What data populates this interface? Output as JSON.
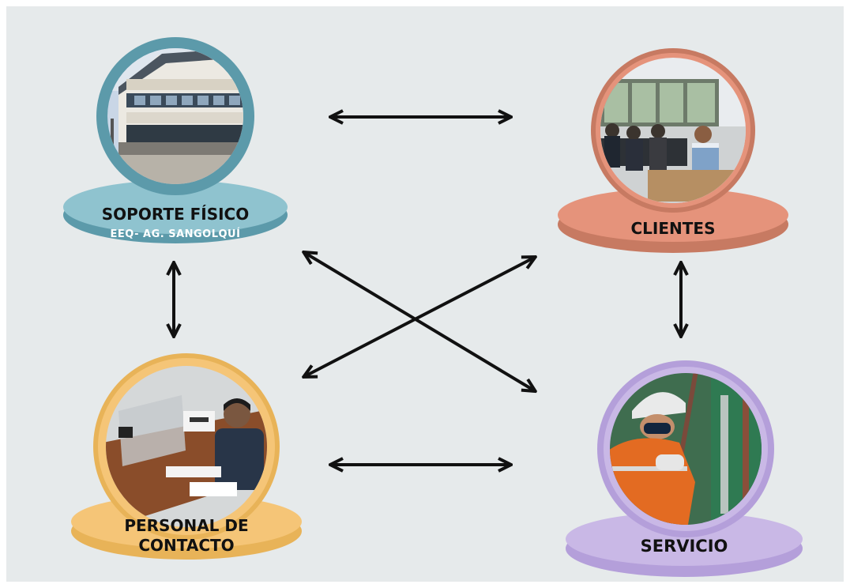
{
  "colors": {
    "background": "#e6eaeb",
    "soporte": "#8fc3cf",
    "soporte_ring": "#5c9aaa",
    "clientes": "#e5937b",
    "clientes_ring": "#c77a62",
    "personal": "#f5c577",
    "personal_ring": "#e8b358",
    "servicio": "#c9b8e6",
    "servicio_ring": "#b49fda",
    "arrow": "#111111"
  },
  "nodes": {
    "soporte": {
      "title": "SOPORTE FÍSICO",
      "subtitle": "EEQ- AG. SANGOLQUÍ",
      "photo": "building-photo"
    },
    "clientes": {
      "title": "CLIENTES",
      "photo": "waiting-room-photo"
    },
    "personal": {
      "title_line1": "PERSONAL DE",
      "title_line2": "CONTACTO",
      "photo": "office-worker-photo"
    },
    "servicio": {
      "title": "SERVICIO",
      "photo": "field-technician-photo"
    }
  },
  "arrows": [
    {
      "from": "soporte",
      "to": "clientes",
      "type": "bidirectional"
    },
    {
      "from": "personal",
      "to": "servicio",
      "type": "bidirectional"
    },
    {
      "from": "soporte",
      "to": "personal",
      "type": "bidirectional"
    },
    {
      "from": "clientes",
      "to": "servicio",
      "type": "bidirectional"
    },
    {
      "from": "soporte",
      "to": "servicio",
      "type": "bidirectional"
    },
    {
      "from": "personal",
      "to": "clientes",
      "type": "bidirectional"
    }
  ]
}
